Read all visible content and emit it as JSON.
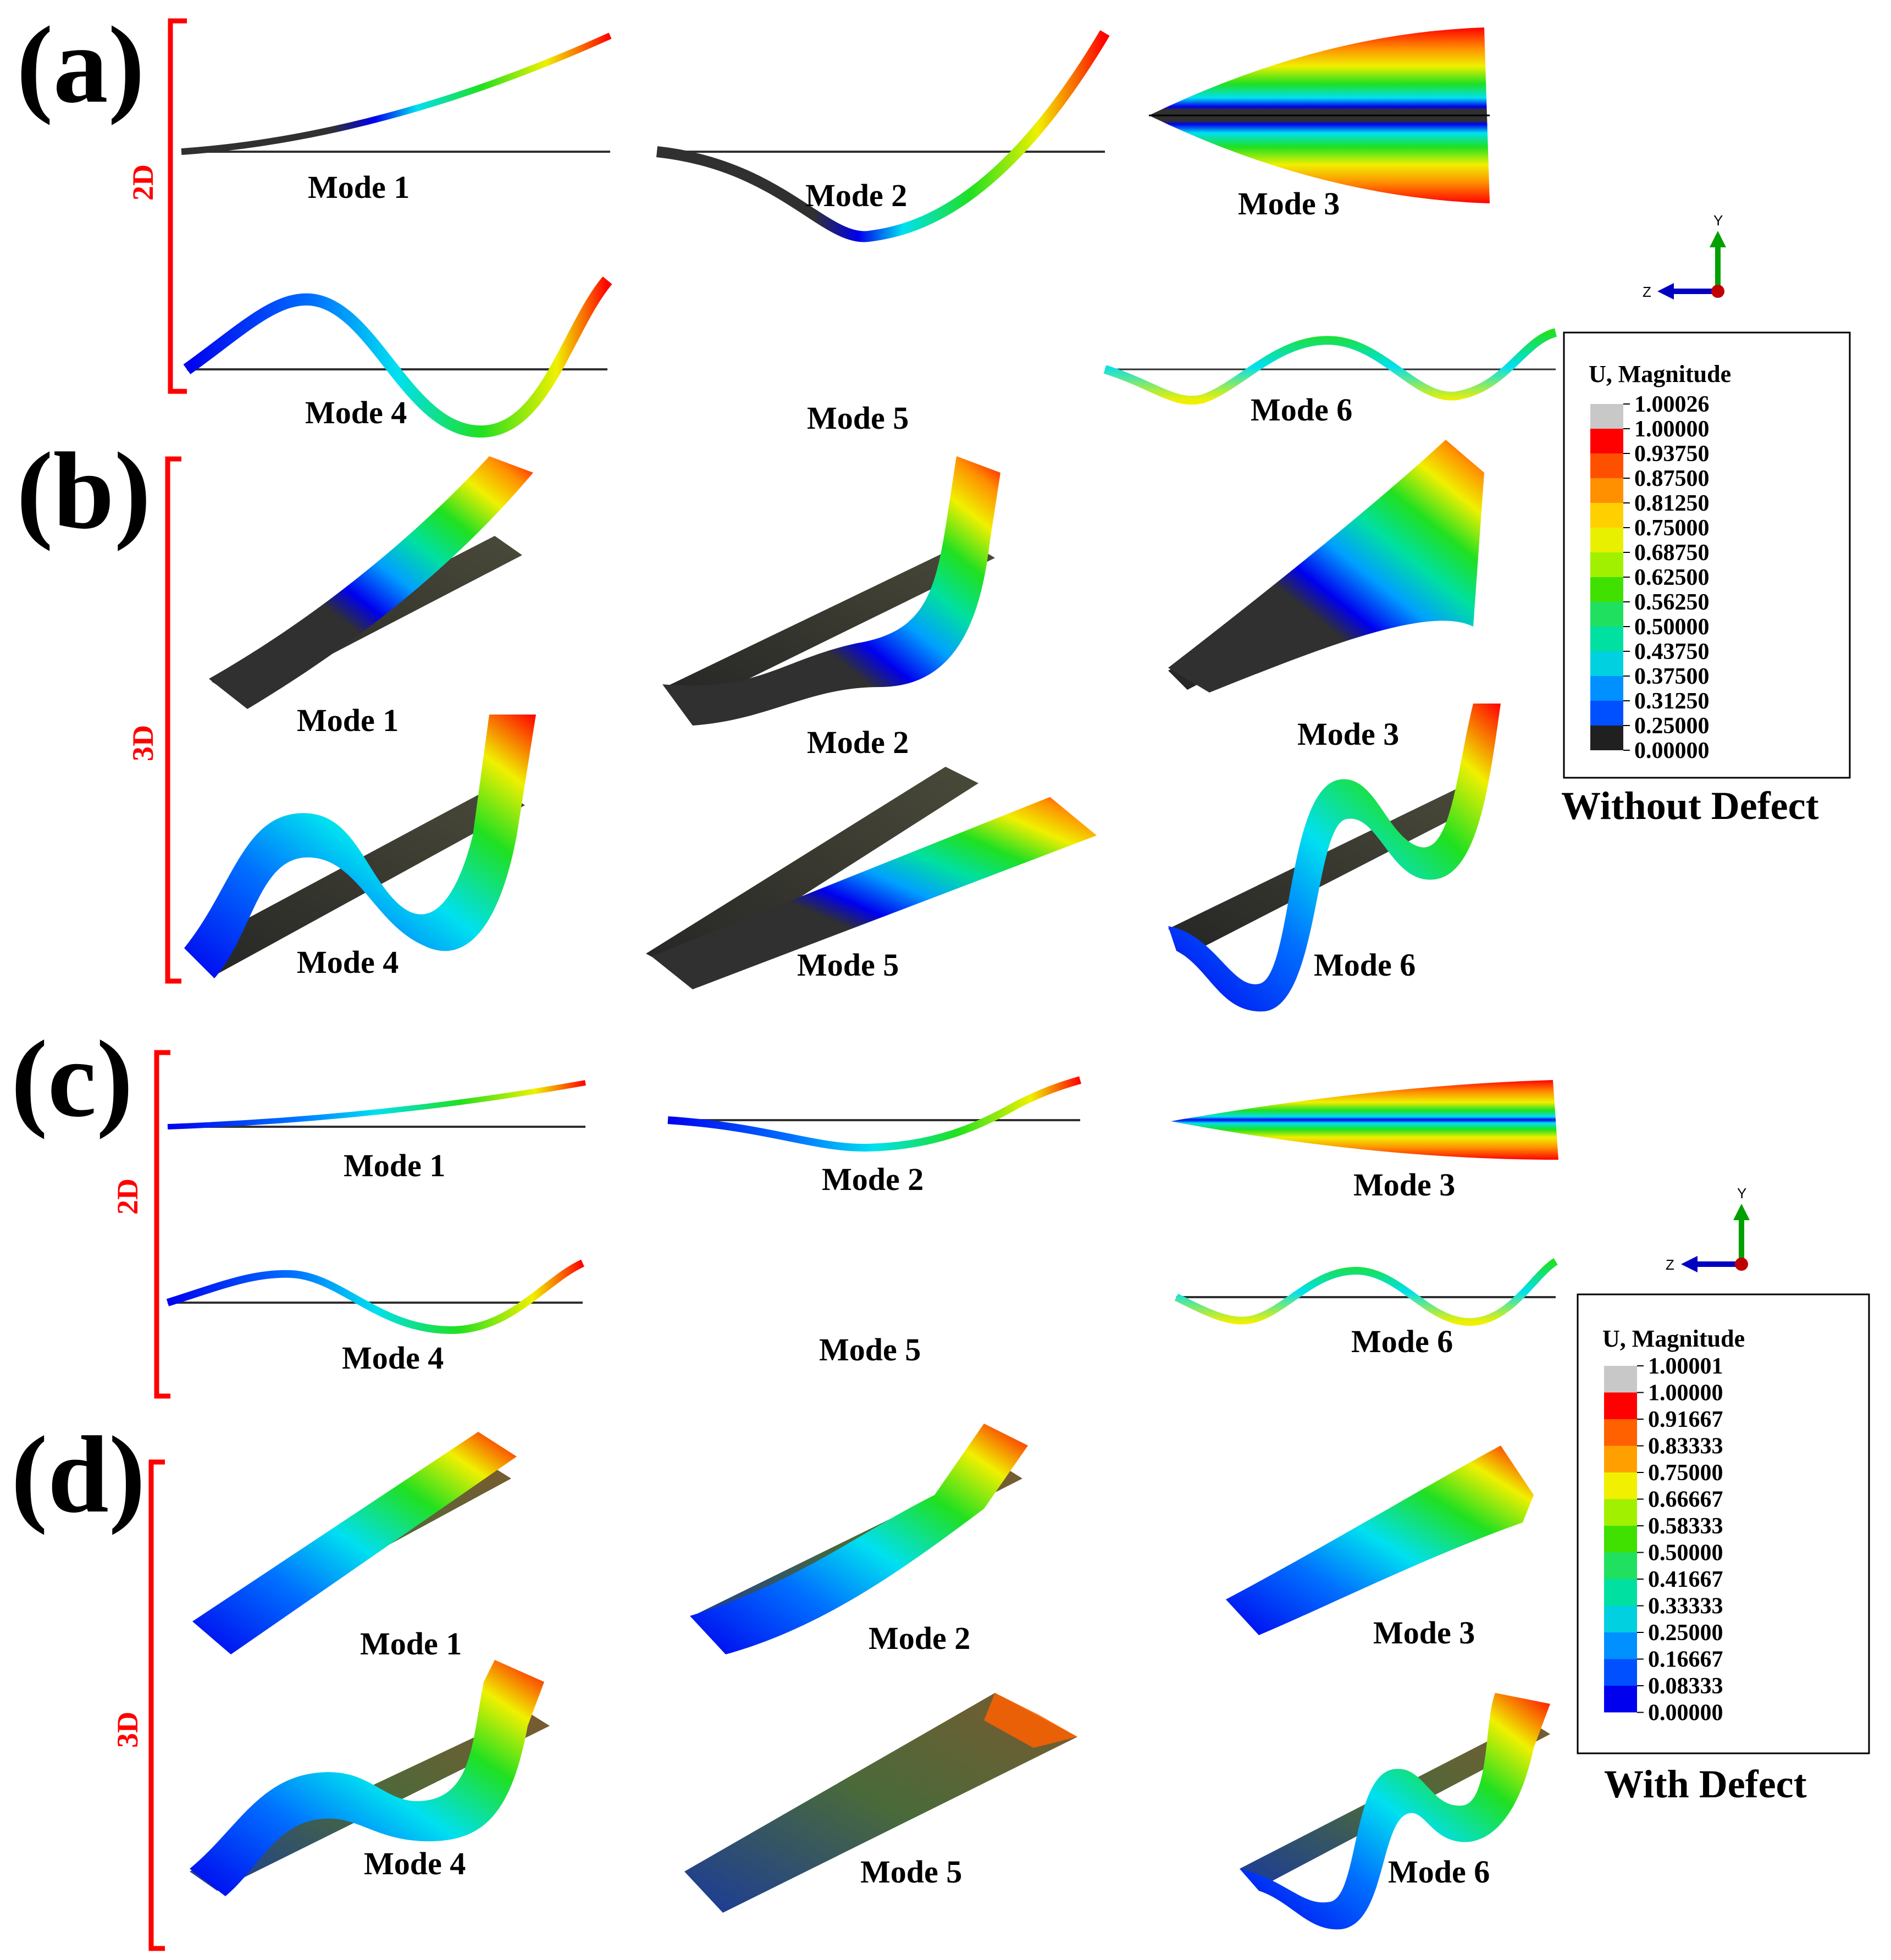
{
  "colors": {
    "dark": "#303030",
    "blue": "#0000ee",
    "mid_blue": "#0070ff",
    "cyan": "#00e0f0",
    "green": "#20e020",
    "yellow": "#f0f000",
    "orange": "#ff8000",
    "red": "#ff0000",
    "grey": "#c8c8c8",
    "bracket": "#ff0000"
  },
  "panels": [
    {
      "id": "a",
      "label": "(a)",
      "dim": "2D",
      "modes": [
        "Mode 1",
        "Mode 2",
        "Mode 3",
        "Mode 4",
        "Mode 5",
        "Mode 6"
      ]
    },
    {
      "id": "b",
      "label": "(b)",
      "dim": "3D",
      "modes": [
        "Mode 1",
        "Mode 2",
        "Mode 3",
        "Mode 4",
        "Mode 5",
        "Mode 6"
      ]
    },
    {
      "id": "c",
      "label": "(c)",
      "dim": "2D",
      "modes": [
        "Mode 1",
        "Mode 2",
        "Mode 3",
        "Mode 4",
        "Mode 5",
        "Mode 6"
      ]
    },
    {
      "id": "d",
      "label": "(d)",
      "dim": "3D",
      "modes": [
        "Mode 1",
        "Mode 2",
        "Mode 3",
        "Mode 4",
        "Mode 5",
        "Mode 6"
      ]
    }
  ],
  "legends": [
    {
      "title": "U, Magnitude",
      "caption": "Without Defect",
      "values": [
        "1.00026",
        "1.00000",
        "0.93750",
        "0.87500",
        "0.81250",
        "0.75000",
        "0.68750",
        "0.62500",
        "0.56250",
        "0.50000",
        "0.43750",
        "0.37500",
        "0.31250",
        "0.25000",
        "0.00000"
      ],
      "swatches": [
        "#c8c8c8",
        "#ff0000",
        "#ff5000",
        "#ff9000",
        "#ffd000",
        "#e8f000",
        "#a0f000",
        "#40e000",
        "#20e060",
        "#00e0a0",
        "#00d0e0",
        "#0090ff",
        "#0050ff",
        "#202020"
      ]
    },
    {
      "title": "U, Magnitude",
      "caption": "With Defect",
      "values": [
        "1.00001",
        "1.00000",
        "0.91667",
        "0.83333",
        "0.75000",
        "0.66667",
        "0.58333",
        "0.50000",
        "0.41667",
        "0.33333",
        "0.25000",
        "0.16667",
        "0.08333",
        "0.00000"
      ],
      "swatches": [
        "#c8c8c8",
        "#ff0000",
        "#ff6000",
        "#ffa000",
        "#f0f000",
        "#a0f000",
        "#40e000",
        "#20e060",
        "#00e0a0",
        "#00d0e0",
        "#0090ff",
        "#0050ff",
        "#0000ee"
      ]
    }
  ],
  "axes": [
    {
      "y": "Y",
      "z": "Z"
    },
    {
      "y": "Y",
      "z": "Z"
    }
  ]
}
